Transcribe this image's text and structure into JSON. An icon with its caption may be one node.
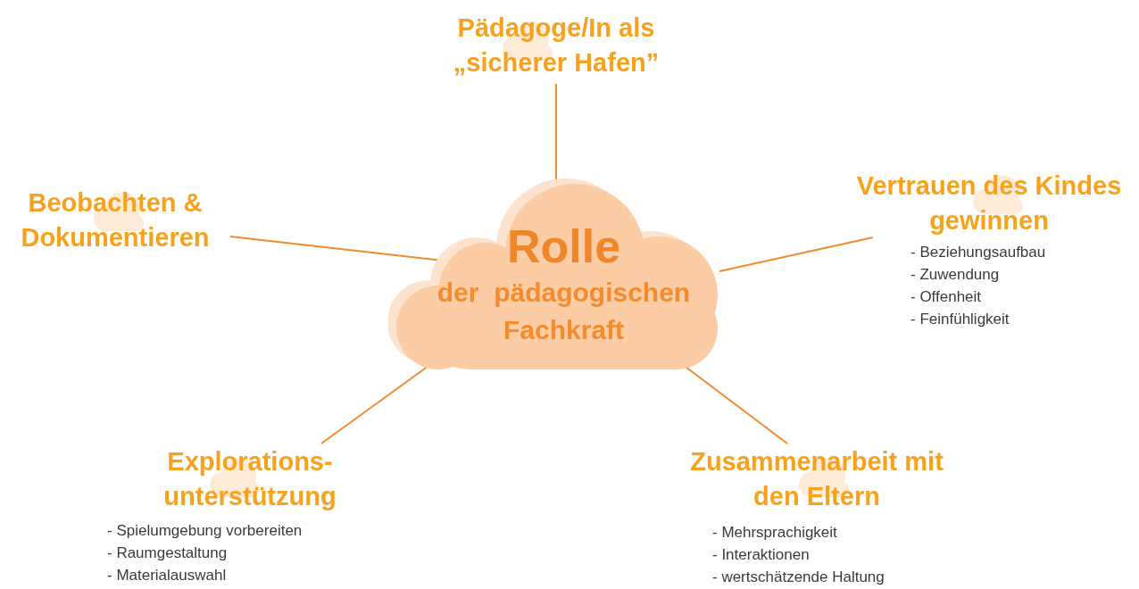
{
  "diagram": {
    "nodes": [
      {
        "text": [
          "Rolle",
          "der  pädagogischen Fachkraft"
        ]
      },
      {
        "text": [
          "Pädagoge/In als „sicherer Hafen”"
        ]
      },
      {
        "text": [
          "Beobachten & Dokumentieren"
        ]
      },
      {
        "text": [
          "Vertrauen des Kindes gewinnen"
        ],
        "beside": [
          "- Beziehungsaufbau",
          "- Zuwendung",
          "- Offenheit",
          "- Feinfühligkeit"
        ]
      },
      {
        "text": [
          "Explorations- unterstützung"
        ],
        "beside": [
          "- Spielumgebung vorbereiten",
          "- Raumgestaltung",
          "- Materialauswahl"
        ]
      },
      {
        "text": [
          "Zusammenarbeit mit den Eltern"
        ],
        "beside": [
          "- Mehrsprachigkeit",
          "- Interaktionen",
          "- wertschätzende Haltung"
        ]
      }
    ],
    "edges": [
      {
        "from": 0,
        "to": 1,
        "arrow": "none"
      },
      {
        "from": 0,
        "to": 2,
        "arrow": "none"
      },
      {
        "from": 0,
        "to": 3,
        "arrow": "none"
      },
      {
        "from": 0,
        "to": 4,
        "arrow": "none"
      },
      {
        "from": 0,
        "to": 5,
        "arrow": "none"
      }
    ]
  }
}
